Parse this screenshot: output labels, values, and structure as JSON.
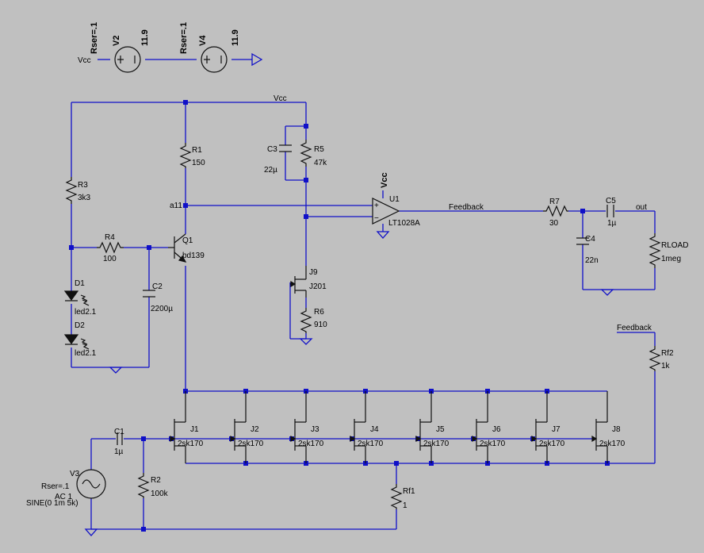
{
  "components": {
    "v2": {
      "ref": "V2",
      "value": "11.9",
      "param": "Rser=.1"
    },
    "v4": {
      "ref": "V4",
      "value": "11.9",
      "param": "Rser=.1"
    },
    "v3": {
      "ref": "V3",
      "param": "Rser=.1",
      "ac": "AC 1",
      "source": "SINE(0 1m 5k)"
    },
    "r1": {
      "ref": "R1",
      "value": "150"
    },
    "r2": {
      "ref": "R2",
      "value": "100k"
    },
    "r3": {
      "ref": "R3",
      "value": "3k3"
    },
    "r4": {
      "ref": "R4",
      "value": "100"
    },
    "r5": {
      "ref": "R5",
      "value": "47k"
    },
    "r6": {
      "ref": "R6",
      "value": "910"
    },
    "r7": {
      "ref": "R7",
      "value": "30"
    },
    "rf1": {
      "ref": "Rf1",
      "value": "1"
    },
    "rf2": {
      "ref": "Rf2",
      "value": "1k"
    },
    "rload": {
      "ref": "RLOAD",
      "value": "1meg"
    },
    "c1": {
      "ref": "C1",
      "value": "1µ"
    },
    "c2": {
      "ref": "C2",
      "value": "2200µ"
    },
    "c3": {
      "ref": "C3",
      "value": "22µ"
    },
    "c4": {
      "ref": "C4",
      "value": "22n"
    },
    "c5": {
      "ref": "C5",
      "value": "1µ"
    },
    "d1": {
      "ref": "D1",
      "value": "led2.1"
    },
    "d2": {
      "ref": "D2",
      "value": "led2.1"
    },
    "q1": {
      "ref": "Q1",
      "value": "bd139"
    },
    "j9": {
      "ref": "J9",
      "value": "J201"
    },
    "u1": {
      "ref": "U1",
      "value": "LT1028A"
    },
    "jfets": [
      {
        "ref": "J1",
        "value": "2sk170"
      },
      {
        "ref": "J2",
        "value": "2sk170"
      },
      {
        "ref": "J3",
        "value": "2sk170"
      },
      {
        "ref": "J4",
        "value": "2sk170"
      },
      {
        "ref": "J5",
        "value": "2sk170"
      },
      {
        "ref": "J6",
        "value": "2sk170"
      },
      {
        "ref": "J7",
        "value": "2sk170"
      },
      {
        "ref": "J8",
        "value": "2sk170"
      }
    ]
  },
  "nets": {
    "vcc_source": "Vcc",
    "vcc_rail": "Vcc",
    "vcc_opamp": "Vcc",
    "a11": "a11",
    "feedback_out": "Feedback",
    "feedback_in": "Feedback",
    "out": "out"
  },
  "colors": {
    "background": "#c0c0c0",
    "wire": "#1010c8",
    "component": "#101010"
  }
}
